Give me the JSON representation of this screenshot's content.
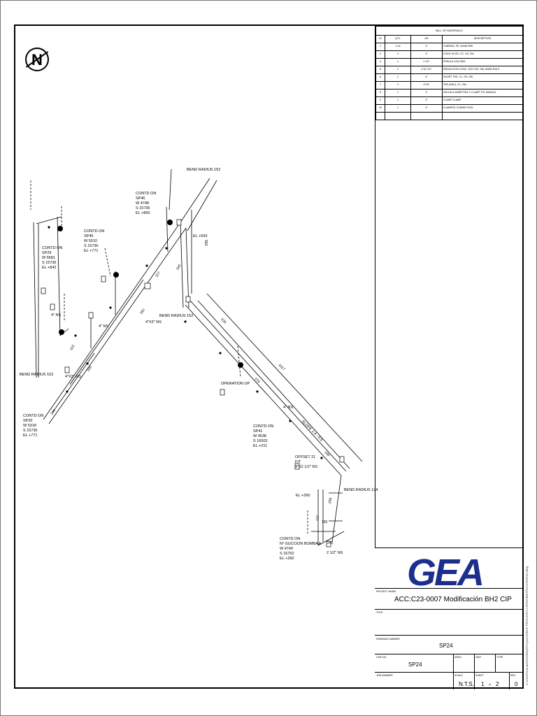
{
  "north_label": "N",
  "bom": {
    "title": "BILL OF MATERIALS",
    "headers": [
      "ID",
      "QTY",
      "NS",
      "DESCRIPTION"
    ],
    "rows": [
      [
        "1",
        "1.16",
        "4\"",
        "TUBERIA, PE, ASME BPE"
      ],
      [
        "2",
        "4",
        "4\"",
        "CODO 90 DR, CC, SS, SW"
      ],
      [
        "4",
        "1",
        "2 1/2\"",
        "FERULA LISA SMS"
      ],
      [
        "5",
        "1",
        "4\"X2 1/2\"",
        "REDUCCION CONC, SCH 10S, SW, ASME B16.9"
      ],
      [
        "6",
        "1",
        "4\"",
        "SHORT TEE, CC, SS, SW"
      ],
      [
        "7",
        "2",
        "4\"X3\"",
        "TEE (RED), CC, SW"
      ],
      [
        "8",
        "1",
        "4\"",
        "VALVULA MARIPOSA T.-CLAMP TW, MANUAL"
      ],
      [
        "9",
        "1",
        "4\"",
        "CLAMP CLAMP"
      ],
      [
        "10",
        "1",
        "4\"",
        "CLAMPED CONNECTION"
      ]
    ]
  },
  "annotations": {
    "sp29": [
      "CONTD ON",
      "SP29",
      "W 5581",
      "S 15736",
      "EL +842"
    ],
    "sp45": [
      "CONTD ON",
      "SP45",
      "W 5010",
      "S 15736",
      "EL +771"
    ],
    "sp46": [
      "CONTD ON",
      "SP46",
      "W 4748",
      "S 15736",
      "EL +860"
    ],
    "sp20": [
      "CONTD ON",
      "SP20",
      "W 5318",
      "S 15736",
      "EL +771"
    ],
    "sp41": [
      "CONTD ON",
      "SP41",
      "W 4538",
      "S 16503",
      "EL +211"
    ],
    "bomba": [
      "CONTD ON",
      "N°-SUCCION BOMBA A",
      "W 4749",
      "S 16752",
      "EL +260"
    ],
    "bend_radius_top": "BEND RADIUS 152",
    "bend_radius_mid": "BEND RADIUS 152",
    "bend_radius_left": "BEND RADIUS 152",
    "bend_radius_right": "BEND RADIUS 124",
    "el_693": "EL +693",
    "el_260": "EL +260",
    "operation_up": "OPERATION UP",
    "offset": [
      "OFFSET 21",
      "FIT",
      "4\"X2 1/2\" NS"
    ],
    "ns_4x3_a": "4\"X3\" NS",
    "ns_4x3_b": "4\"X3\" NS",
    "ns_4_a": "4\" NS",
    "ns_4_b": "4\" NS",
    "ns_4_c": "4\" NS",
    "ns_2half": "2 1/2\" NS",
    "slope": "SLOPE 1:4 - 0.5",
    "dims": [
      "244",
      "108",
      "282",
      "227",
      "240",
      "563",
      "626",
      "1017",
      "579",
      "249",
      "127",
      "258",
      "155",
      "240",
      "102"
    ]
  },
  "brand": {
    "logo": "GEA",
    "color": "#1d2f8c"
  },
  "title_block": {
    "project_label": "PROJECT NAME",
    "project_name": "ACC:C23-0007 Modificación BH2 CIP",
    "title_label": "TITLE",
    "drawing_number_label": "DRAWING NUMBER",
    "drawing_number": "SP24",
    "line_no_label": "LINE NO.",
    "line_no": "SP24",
    "area_label": "AREA",
    "unit_label": "UNIT",
    "type_label": "TYPE",
    "job_number_label": "JOB NUMBER",
    "scale_label": "SCALE",
    "scale": "N.T.S.",
    "sheet_label": "SHEET",
    "sheet": "1",
    "sheet_of": "of",
    "sheet_total": "2",
    "rev_label": "REV",
    "rev": "0"
  },
  "side_path": "C:\\Users\\Usuario\\Desktop\\Proyectos\\BH2 PROCESO CIP\\ISOMETRICOS\\SP24.dwg"
}
